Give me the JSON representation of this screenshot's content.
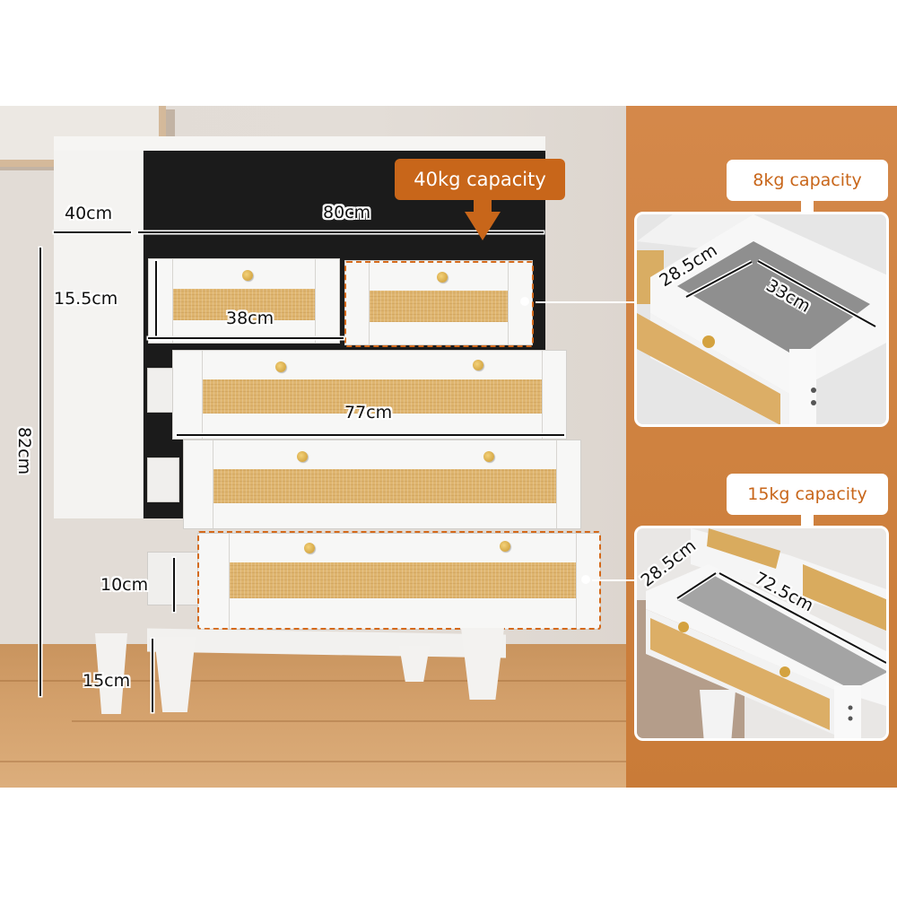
{
  "colors": {
    "accent_orange": "#c8661a",
    "panel_orange": "#d4884a",
    "wall": "#e2dcd6",
    "floor": "#d3a06b",
    "rattan": "#dfb56f",
    "dresser_white": "#f7f7f6"
  },
  "product": {
    "name": "white rattan chest of drawers",
    "drawers_top_row": 2,
    "drawers_full_width": 3
  },
  "dimensions": {
    "depth": "40cm",
    "width": "80cm",
    "height": "82cm",
    "top_drawer_height": "15.5cm",
    "top_drawer_width": "38cm",
    "wide_drawer_width": "77cm",
    "bottom_drawer_depth": "10cm",
    "leg_height": "15cm"
  },
  "callouts": {
    "main": {
      "label": "40kg capacity",
      "icon": "arrow-down-icon"
    },
    "small_drawer": {
      "label": "8kg capacity",
      "icon": "arrow-down-icon",
      "inner_depth": "28.5cm",
      "inner_width": "33cm"
    },
    "large_drawer": {
      "label": "15kg capacity",
      "icon": "arrow-down-icon",
      "inner_depth": "28.5cm",
      "inner_width": "72.5cm"
    }
  }
}
